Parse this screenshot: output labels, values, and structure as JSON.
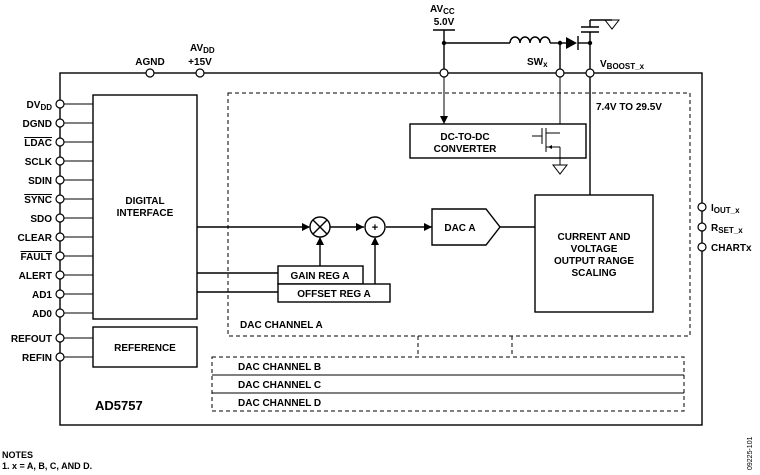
{
  "pins_left": [
    {
      "label": "DV",
      "sub": "DD",
      "overline": false
    },
    {
      "label": "DGND",
      "overline": false
    },
    {
      "label": "LDAC",
      "overline": true
    },
    {
      "label": "SCLK",
      "overline": false
    },
    {
      "label": "SDIN",
      "overline": false
    },
    {
      "label": "SYNC",
      "overline": true
    },
    {
      "label": "SDO",
      "overline": false
    },
    {
      "label": "CLEAR",
      "overline": false
    },
    {
      "label": "FAULT",
      "overline": true
    },
    {
      "label": "ALERT",
      "overline": false
    },
    {
      "label": "AD1",
      "overline": false
    },
    {
      "label": "AD0",
      "overline": false
    }
  ],
  "pins_ref": [
    {
      "label": "REFOUT"
    },
    {
      "label": "REFIN"
    }
  ],
  "pins_right": [
    {
      "label": "I",
      "sub": "OUT_x"
    },
    {
      "label": "R",
      "sub": "SET_x"
    },
    {
      "label": "CHARTx"
    }
  ],
  "top_pins": {
    "agnd": "AGND",
    "avdd": {
      "label": "AV",
      "sub": "DD",
      "value": "+15V"
    },
    "avcc": {
      "label": "AV",
      "sub": "CC",
      "value": "5.0V"
    },
    "swx": {
      "label": "SW",
      "sub": "x"
    },
    "vboost": {
      "label": "V",
      "sub": "BOOST_x"
    }
  },
  "blocks": {
    "digital_interface": [
      "DIGITAL",
      "INTERFACE"
    ],
    "reference": "REFERENCE",
    "dcdc": [
      "DC-TO-DC",
      "CONVERTER"
    ],
    "gain_reg": "GAIN REG A",
    "offset_reg": "OFFSET REG A",
    "dac": "DAC A",
    "scaling": [
      "CURRENT AND",
      "VOLTAGE",
      "OUTPUT RANGE",
      "SCALING"
    ],
    "channel_a": "DAC CHANNEL A",
    "channels_other": [
      "DAC CHANNEL B",
      "DAC CHANNEL C",
      "DAC CHANNEL D"
    ],
    "plus_sign": "+"
  },
  "vboost_range": "7.4V TO 29.5V",
  "part_number": "AD5757",
  "notes": {
    "title": "NOTES",
    "line1": "1. x = A, B, C, AND D."
  },
  "figure_id": "09225-101"
}
